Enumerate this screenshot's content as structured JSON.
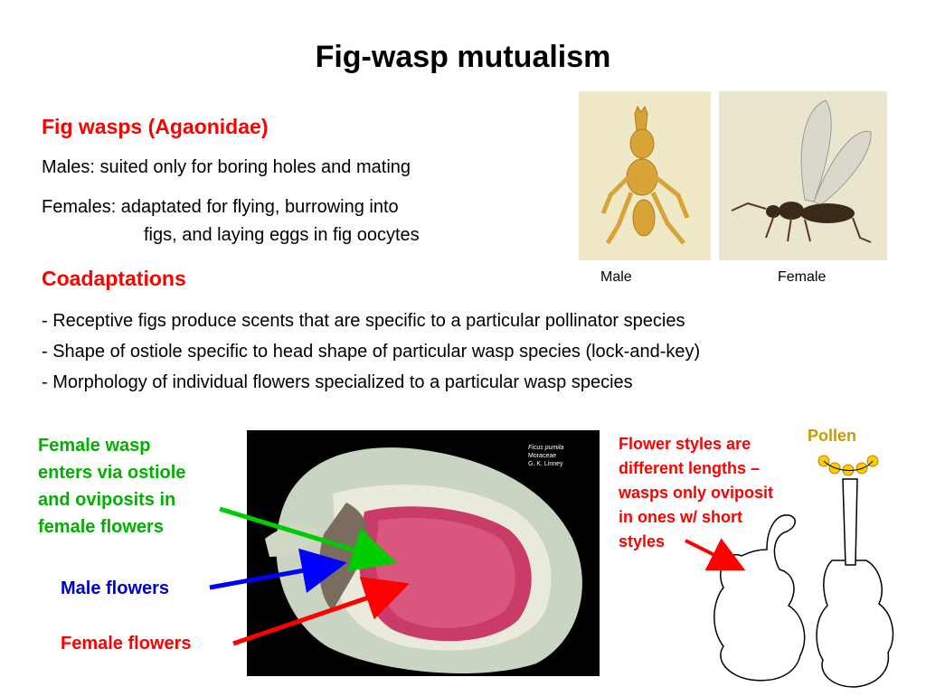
{
  "slide": {
    "title": "Fig-wasp mutualism",
    "fig_wasps_heading": "Fig wasps (Agaonidae)",
    "males_line": "Males: suited only for boring holes and mating",
    "females_line1": "Females: adaptated for flying, burrowing into",
    "females_line2": "figs, and laying eggs in fig oocytes",
    "coadaptations_heading": "Coadaptations",
    "bullets": [
      "- Receptive figs produce scents that are specific to a particular pollinator species",
      "- Shape of ostiole specific to head shape of particular wasp species (lock-and-key)",
      "- Morphology of individual flowers specialized to a particular wasp species"
    ],
    "male_caption": "Male",
    "female_caption": "Female",
    "female_wasp_label": [
      "Female wasp",
      "enters via ostiole",
      "and oviposits in",
      "female flowers"
    ],
    "male_flowers_label": "Male flowers",
    "female_flowers_label": "Female flowers",
    "fig_photo_credit": [
      "Ficus pumila",
      "Moraceae",
      "G. K. Linney"
    ],
    "styles_label": [
      "Flower styles are",
      "different lengths –",
      "wasps only oviposit",
      "in ones w/ short",
      "styles"
    ],
    "pollen_label": "Pollen"
  },
  "colors": {
    "heading_red": "#ff0000",
    "green_arrow": "#00cc00",
    "blue_arrow": "#0000ff",
    "red_arrow": "#ff0000",
    "pollen": "#ffcc00"
  }
}
